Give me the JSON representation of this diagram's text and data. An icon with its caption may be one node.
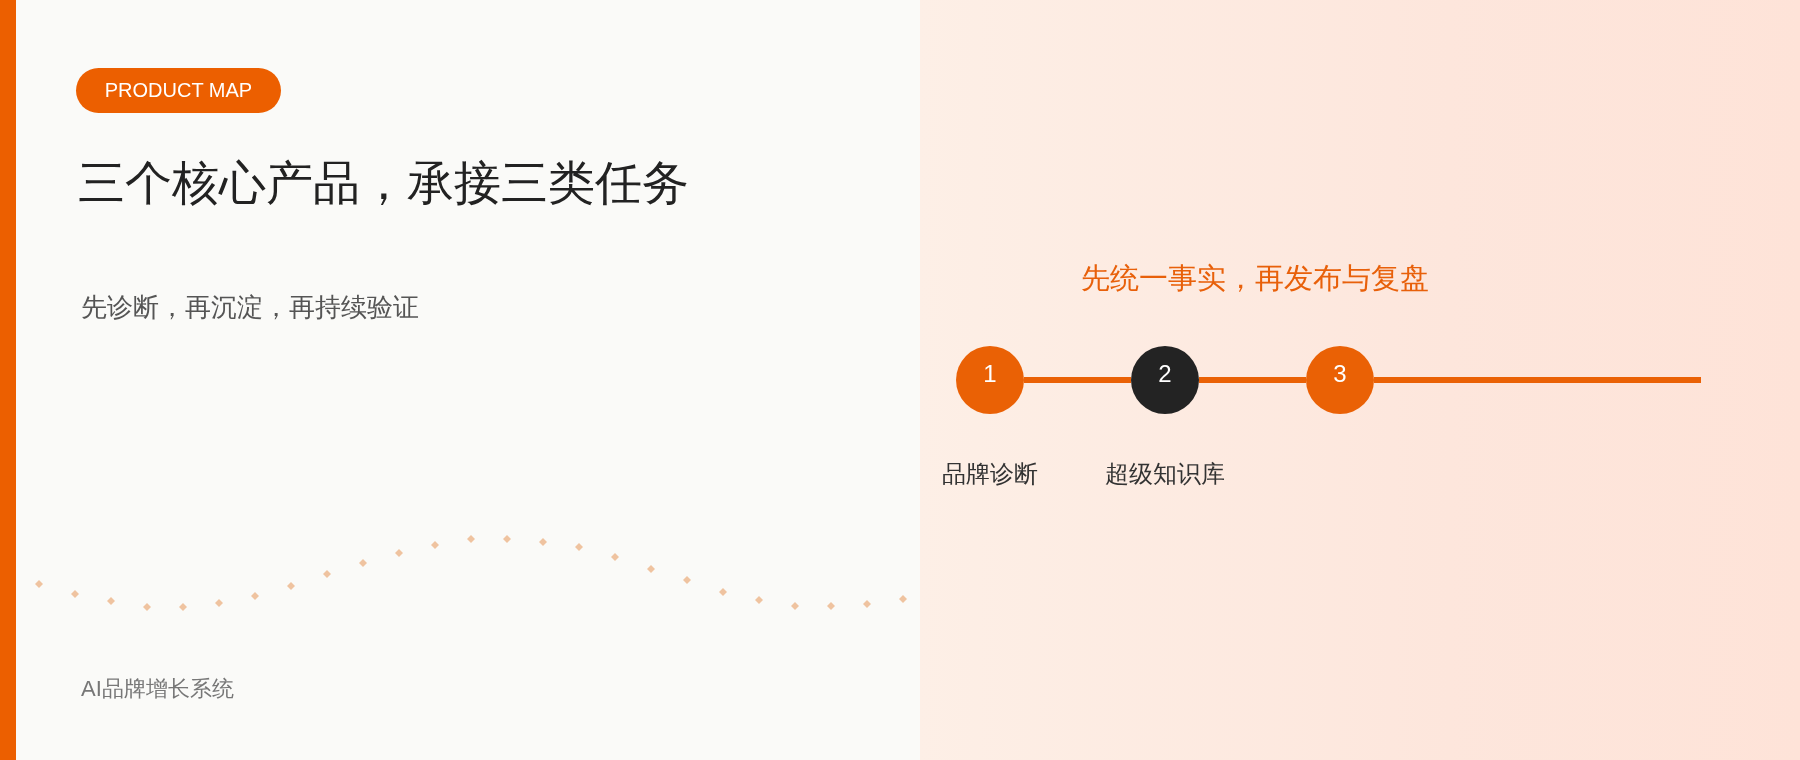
{
  "diagram": {
    "title": "三个核心产品，承接三类任务",
    "nodes": [
      {
        "text": [
          "PRODUCT MAP"
        ]
      },
      {
        "text": [
          "1"
        ],
        "beside": [
          "品牌诊断"
        ]
      },
      {
        "text": [
          "2"
        ],
        "beside": [
          "超级知识库"
        ]
      },
      {
        "text": [
          "3"
        ]
      }
    ],
    "edges": [
      {
        "from": 1,
        "to": 2,
        "arrow": "none"
      },
      {
        "from": 2,
        "to": 3,
        "arrow": "none"
      },
      {
        "from": 3,
        "to": null,
        "arrow": "none"
      }
    ],
    "labels": [
      "先诊断，再沉淀，再持续验证",
      "先统一事实，再发布与复盘",
      "AI品牌增长系统"
    ]
  }
}
